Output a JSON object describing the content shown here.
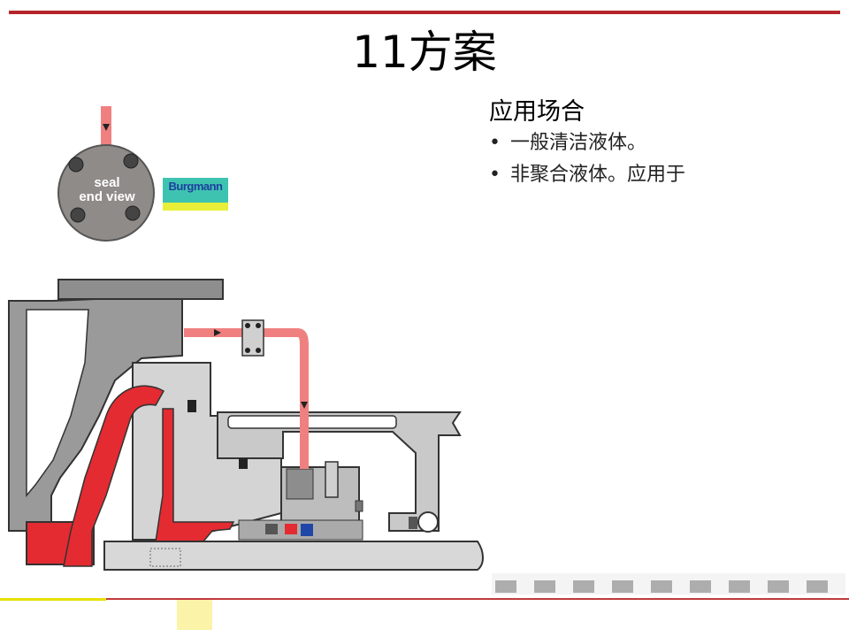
{
  "slide": {
    "title": "11方案"
  },
  "application": {
    "heading": "应用场合",
    "bullets": [
      "一般清洁液体。",
      "非聚合液体。应用于"
    ]
  },
  "diagram": {
    "seal_label_line1": "seal",
    "seal_label_line2": "end view",
    "logo_text": "Burgmann"
  },
  "colors": {
    "accent_red": "#b5262c",
    "flow_red": "#e8484d",
    "pipe_pink": "#f08080",
    "body_gray": "#9a9a9a",
    "light_gray": "#d4d4d4"
  },
  "icons": {
    "bullet": "•"
  }
}
